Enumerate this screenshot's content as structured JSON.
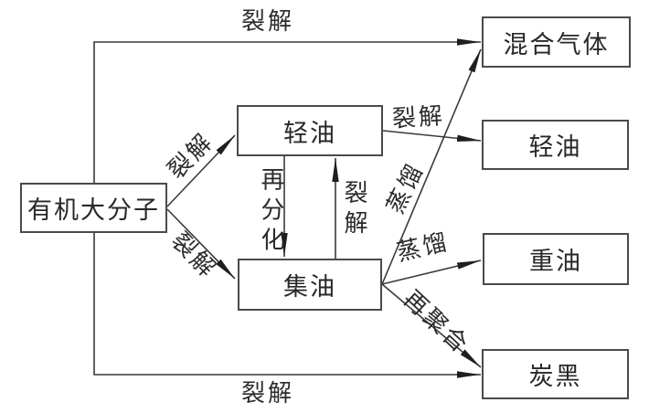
{
  "diagram": {
    "title_hint": "有机大分子裂解流程图",
    "colors": {
      "background": "#ffffff",
      "line": "#3a3a3a",
      "arrow_fill": "#1f1f1f",
      "box_border": "#4a4a4a",
      "text": "#2b2b2b"
    },
    "nodes": {
      "organic": "有机大分子",
      "light_oil_mid": "轻油",
      "collected_oil": "集油",
      "mixed_gas": "混合气体",
      "light_oil_right": "轻油",
      "heavy_oil": "重油",
      "carbon_black": "炭黑"
    },
    "labels": {
      "crack_top": "裂解",
      "crack_to_light": "裂解",
      "crack_to_collect": "裂解",
      "crack_bottom": "裂解",
      "redivide": "再分化",
      "crack_up": "裂解",
      "crack_light_out": "裂解",
      "distill_gas": "蒸馏",
      "distill_heavy": "蒸馏",
      "repolymerize": "再聚合"
    },
    "edges": [
      {
        "from": "organic",
        "to": "mixed_gas",
        "label": "裂解"
      },
      {
        "from": "organic",
        "to": "light_oil_mid",
        "label": "裂解"
      },
      {
        "from": "organic",
        "to": "collected_oil",
        "label": "裂解"
      },
      {
        "from": "organic",
        "to": "carbon_black",
        "label": "裂解"
      },
      {
        "from": "light_oil_mid",
        "to": "collected_oil",
        "label": "再分化"
      },
      {
        "from": "collected_oil",
        "to": "light_oil_mid",
        "label": "裂解"
      },
      {
        "from": "light_oil_mid",
        "to": "light_oil_right",
        "label": "裂解"
      },
      {
        "from": "collected_oil",
        "to": "mixed_gas",
        "label": "蒸馏"
      },
      {
        "from": "collected_oil",
        "to": "heavy_oil",
        "label": "蒸馏"
      },
      {
        "from": "collected_oil",
        "to": "carbon_black",
        "label": "再聚合"
      }
    ]
  }
}
